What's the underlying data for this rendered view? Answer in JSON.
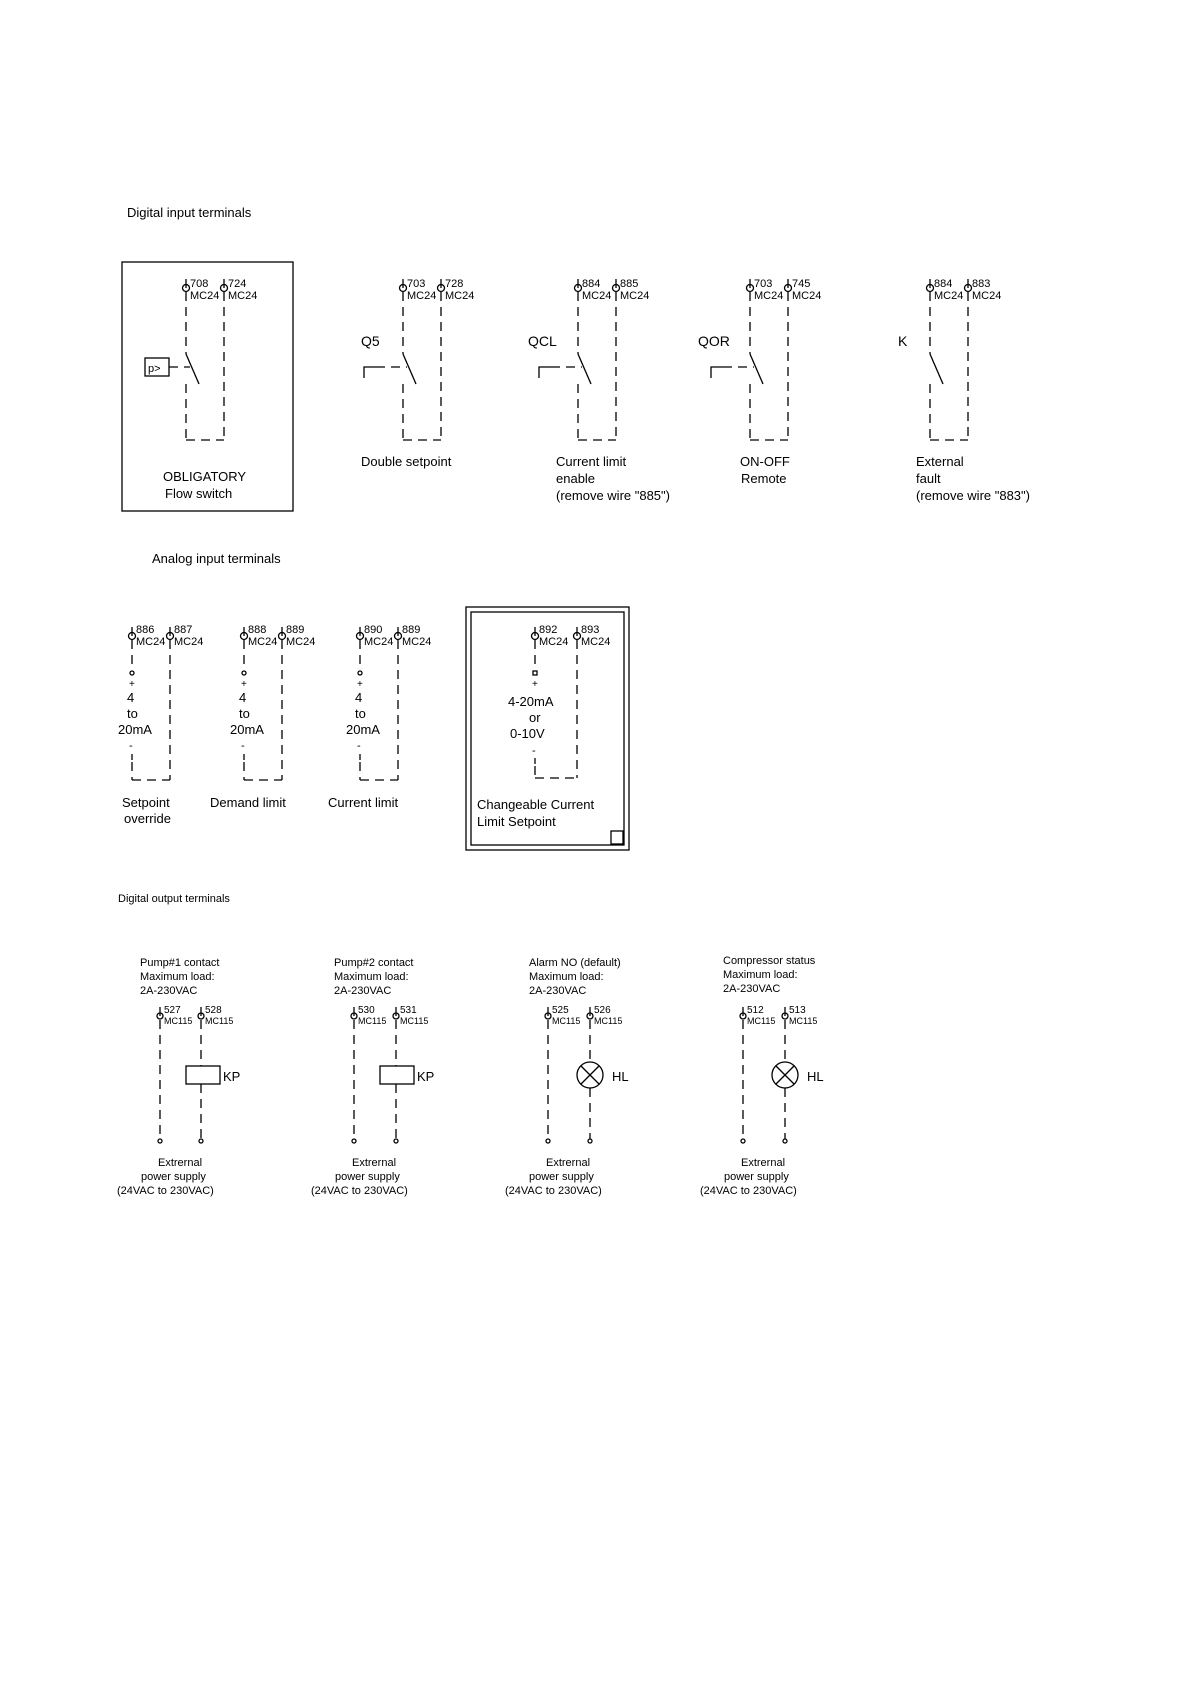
{
  "sections": {
    "digital_inputs": "Digital input terminals",
    "analog_inputs": "Analog input terminals",
    "digital_outputs": "Digital output terminals"
  },
  "digital_inputs": [
    {
      "t1": "708",
      "t2": "724",
      "b1": "MC24",
      "b2": "MC24",
      "symbol": "p>",
      "caption": [
        "OBLIGATORY",
        "Flow switch"
      ]
    },
    {
      "t1": "703",
      "t2": "728",
      "b1": "MC24",
      "b2": "MC24",
      "symbol": "Q5",
      "caption": [
        "Double setpoint"
      ]
    },
    {
      "t1": "884",
      "t2": "885",
      "b1": "MC24",
      "b2": "MC24",
      "symbol": "QCL",
      "caption": [
        "Current limit",
        "enable",
        "(remove wire \"885\")"
      ]
    },
    {
      "t1": "703",
      "t2": "745",
      "b1": "MC24",
      "b2": "MC24",
      "symbol": "QOR",
      "caption": [
        "ON-OFF",
        "Remote"
      ]
    },
    {
      "t1": "884",
      "t2": "883",
      "b1": "MC24",
      "b2": "MC24",
      "symbol": "K",
      "caption": [
        "External",
        "fault",
        "(remove wire \"883\")"
      ]
    }
  ],
  "analog_inputs": [
    {
      "t1": "886",
      "t2": "887",
      "b1": "MC24",
      "b2": "MC24",
      "signal": [
        "4",
        "to",
        "20mA"
      ],
      "caption": [
        "Setpoint",
        "override"
      ]
    },
    {
      "t1": "888",
      "t2": "889",
      "b1": "MC24",
      "b2": "MC24",
      "signal": [
        "4",
        "to",
        "20mA"
      ],
      "caption": [
        "Demand limit"
      ]
    },
    {
      "t1": "890",
      "t2": "889",
      "b1": "MC24",
      "b2": "MC24",
      "signal": [
        "4",
        "to",
        "20mA"
      ],
      "caption": [
        "Current limit"
      ]
    },
    {
      "t1": "892",
      "t2": "893",
      "b1": "MC24",
      "b2": "MC24",
      "signal": [
        "4-20mA",
        "or",
        "0-10V"
      ],
      "caption": [
        "Changeable Current",
        "Limit Setpoint"
      ]
    }
  ],
  "plus_sign": "+",
  "minus_sign": "-",
  "digital_outputs": [
    {
      "header": [
        "Pump#1 contact",
        "Maximum load:",
        "2A-230VAC"
      ],
      "t1": "527",
      "t2": "528",
      "b1": "MC115",
      "b2": "MC115",
      "device": "KP",
      "device_type": "relay-coil",
      "supply": [
        "Extrernal",
        "power supply",
        "(24VAC to 230VAC)"
      ]
    },
    {
      "header": [
        "Pump#2 contact",
        "Maximum load:",
        "2A-230VAC"
      ],
      "t1": "530",
      "t2": "531",
      "b1": "MC115",
      "b2": "MC115",
      "device": "KP",
      "device_type": "relay-coil",
      "supply": [
        "Extrernal",
        "power supply",
        "(24VAC to 230VAC)"
      ]
    },
    {
      "header": [
        "Alarm NO (default)",
        "Maximum load:",
        "2A-230VAC"
      ],
      "t1": "525",
      "t2": "526",
      "b1": "MC115",
      "b2": "MC115",
      "device": "HL",
      "device_type": "lamp",
      "supply": [
        "Extrernal",
        "power supply",
        "(24VAC to 230VAC)"
      ]
    },
    {
      "header": [
        "Compressor status",
        "Maximum load:",
        "2A-230VAC"
      ],
      "t1": "512",
      "t2": "513",
      "b1": "MC115",
      "b2": "MC115",
      "device": "HL",
      "device_type": "lamp",
      "supply": [
        "Extrernal",
        "power supply",
        "(24VAC to 230VAC)"
      ]
    }
  ]
}
